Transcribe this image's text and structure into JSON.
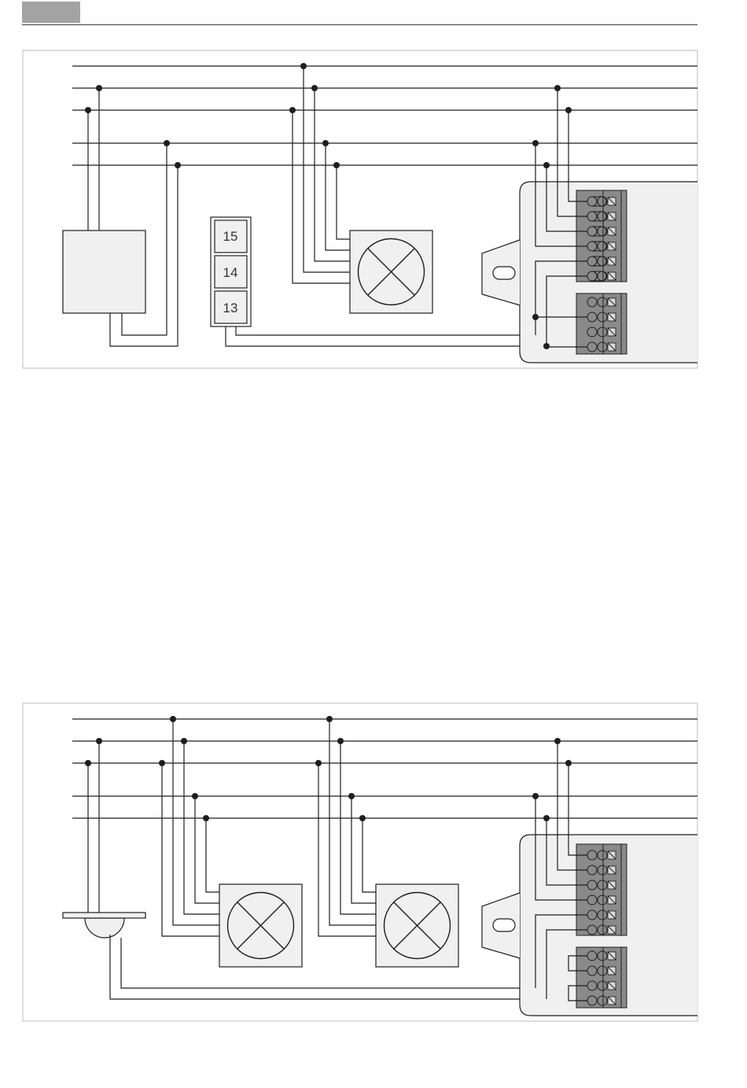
{
  "header": {
    "tab_color": "#a3a3a3"
  },
  "diagram_top": {
    "switch_module_labels": [
      "15",
      "14",
      "13"
    ],
    "components": [
      "power-supply-box",
      "switch-module",
      "luminaire",
      "control-unit"
    ]
  },
  "diagram_bottom": {
    "components": [
      "sensor",
      "luminaire",
      "luminaire",
      "control-unit"
    ]
  },
  "colors": {
    "wire": "#1e1e1e",
    "component_fill": "#f0f0f0",
    "terminal_block": "#8a8a8a",
    "frame": "#bdbdbd"
  }
}
